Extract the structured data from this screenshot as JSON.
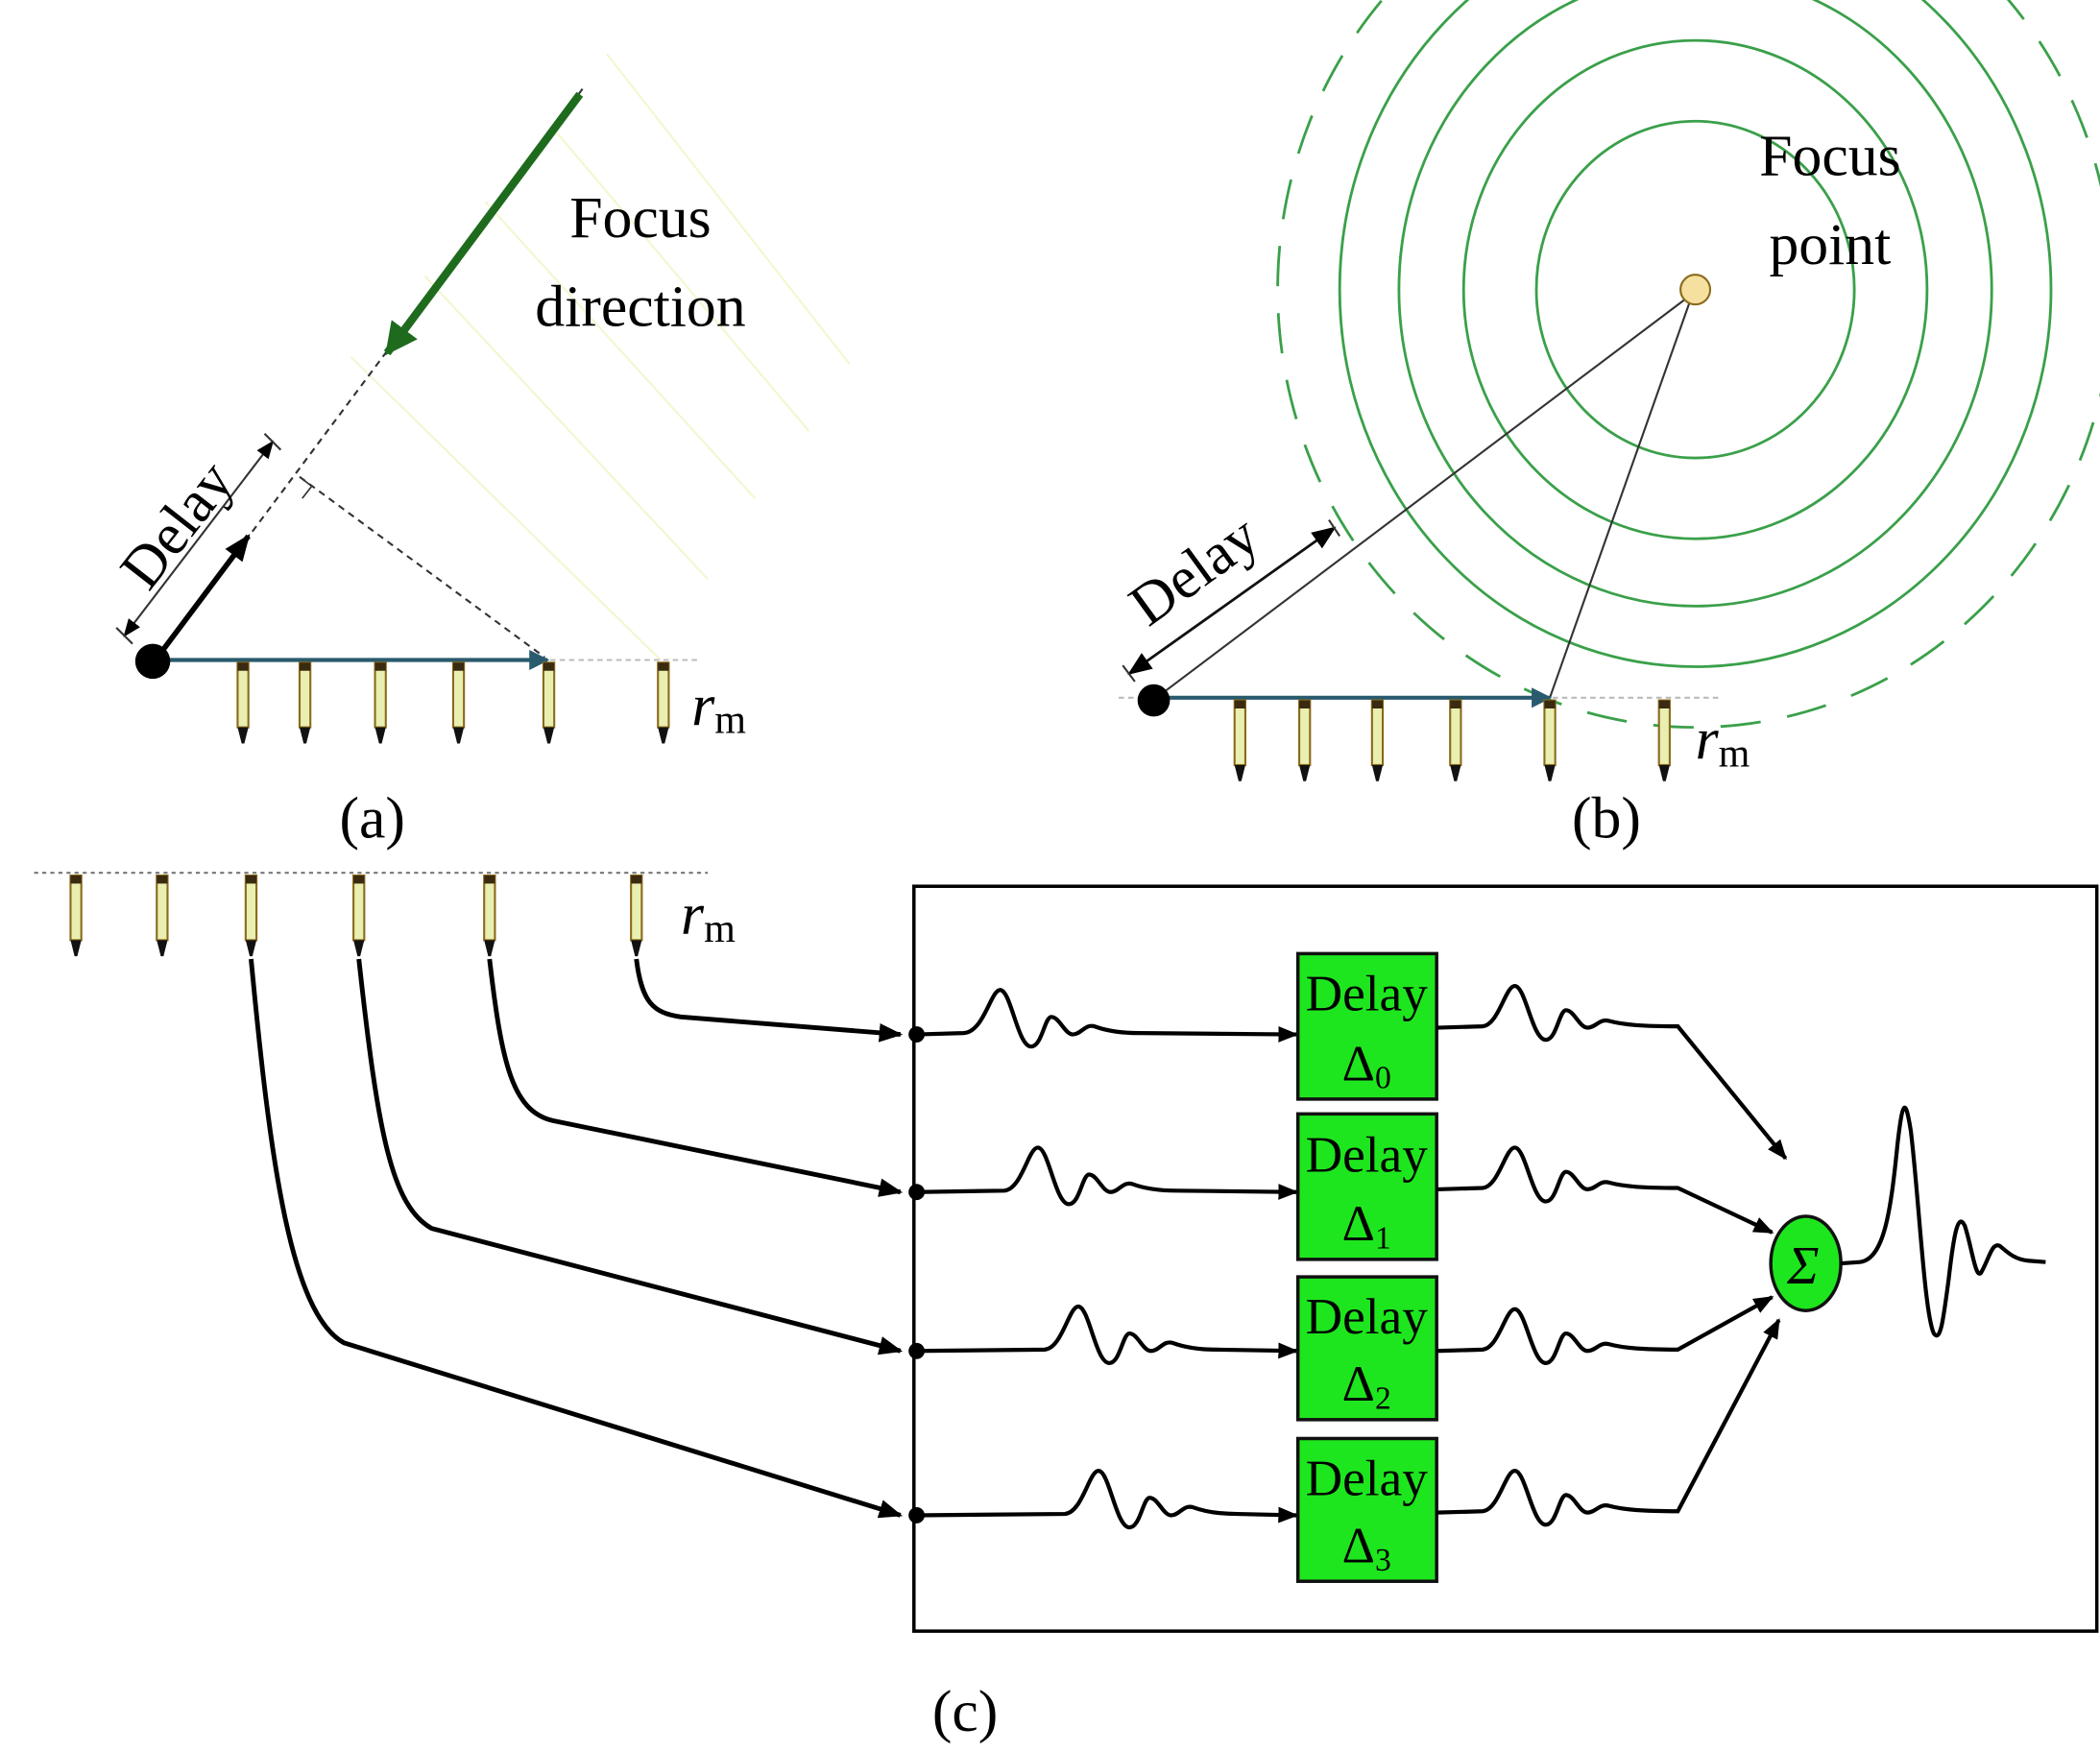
{
  "figure": {
    "panels": {
      "a": {
        "caption": "(a)",
        "title_line1": "Focus",
        "title_line2": "direction",
        "delay_label": "Delay",
        "receiver_label_main": "r",
        "receiver_label_sub": "m",
        "receiver_count": 6
      },
      "b": {
        "caption": "(b)",
        "title_line1": "Focus",
        "title_line2": "point",
        "delay_label": "Delay",
        "receiver_label_main": "r",
        "receiver_label_sub": "m",
        "receiver_count": 6,
        "wavefront_rings": 4
      },
      "c": {
        "caption": "(c)",
        "receiver_label_main": "r",
        "receiver_label_sub": "m",
        "receiver_count": 6,
        "delay_boxes": [
          {
            "label": "Delay",
            "symbol": "Δ",
            "index": "0"
          },
          {
            "label": "Delay",
            "symbol": "Δ",
            "index": "1"
          },
          {
            "label": "Delay",
            "symbol": "Δ",
            "index": "2"
          },
          {
            "label": "Delay",
            "symbol": "Δ",
            "index": "3"
          }
        ],
        "sum_symbol": "Σ"
      }
    },
    "colors": {
      "arrow_green": "#1e6b1e",
      "ring_green": "#3aa04a",
      "box_green": "#1ee61e",
      "baseline_arrow": "#2a5a6e",
      "receiver_fill": "#e9efb0",
      "receiver_stroke": "#8a6a1a",
      "focus_point_fill": "#f5e0a0"
    }
  }
}
